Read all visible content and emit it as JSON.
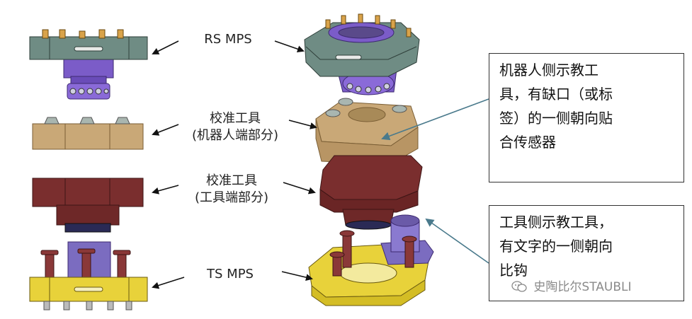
{
  "labels": {
    "rs_mps": "RS MPS",
    "tool_robot_line1": "校准工具",
    "tool_robot_line2": "(机器人端部分)",
    "tool_tool_line1": "校准工具",
    "tool_tool_line2": "(工具端部分)",
    "ts_mps": "TS MPS"
  },
  "note_robot": {
    "lines": [
      "机器人侧示教工",
      "具，有缺口（或标",
      "签）的一侧朝向贴",
      "合传感器"
    ]
  },
  "note_tool": {
    "lines": [
      "工具侧示教工具，",
      "有文字的一侧朝向",
      "比钩"
    ]
  },
  "watermark": {
    "text": "史陶比尔STAUBLI"
  },
  "colors": {
    "gray_plate": "#6f8c84",
    "purple": "#7b5cc8",
    "tan": "#c9a877",
    "maroon": "#7a2e2e",
    "yellow": "#e8d23a",
    "arrow": "#111111",
    "pointer": "#4a7a8c"
  }
}
